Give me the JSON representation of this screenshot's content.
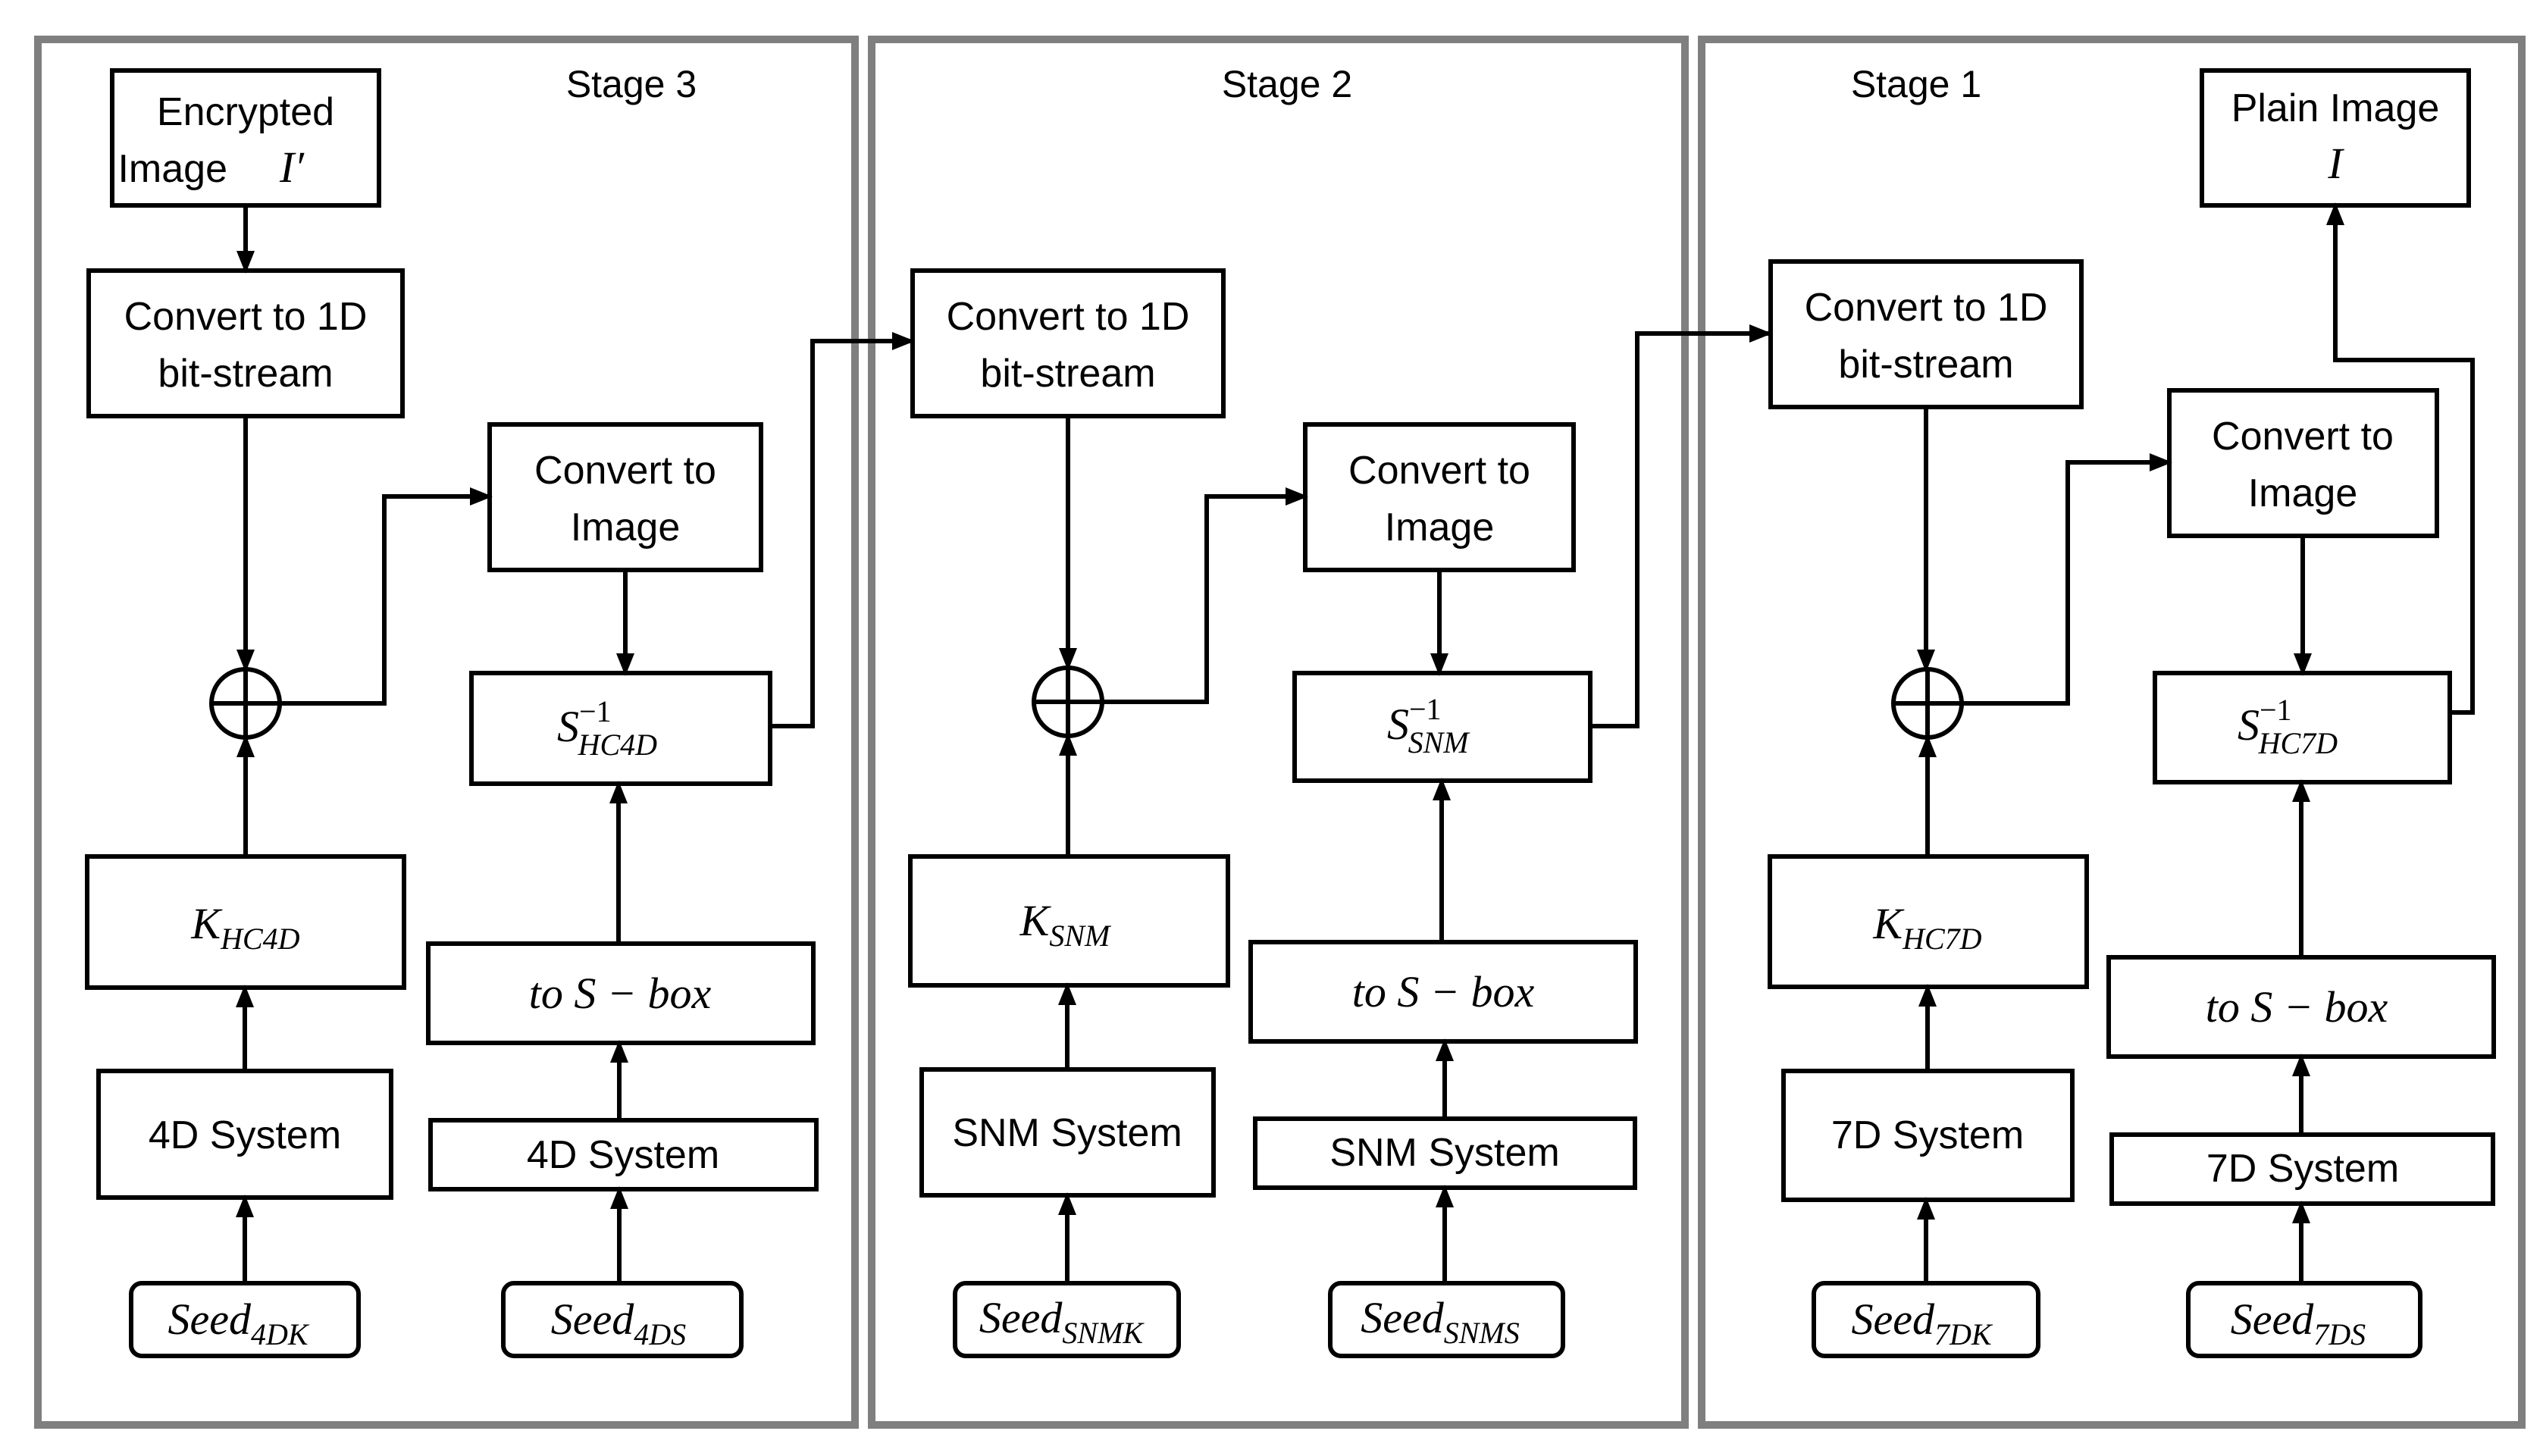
{
  "stages": [
    {
      "title": "Stage 3"
    },
    {
      "title": "Stage 2"
    },
    {
      "title": "Stage 1"
    }
  ],
  "blocks": {
    "encrypted_image_line1": "Encrypted",
    "encrypted_image_line2": "Image",
    "encrypted_image_symbol": "I′",
    "plain_image_line1": "Plain Image",
    "plain_image_symbol": "I",
    "convert_1d_line1": "Convert to 1D",
    "convert_1d_line2": "bit-stream",
    "convert_image_line1": "Convert to",
    "convert_image_line2": "Image",
    "sbox_block": "to S − box",
    "system_4d": "4D System",
    "system_snm": "SNM System",
    "system_7d": "7D System",
    "inverse_sbox_base": "S",
    "inverse_sbox_sup": "−1",
    "key_base": "K",
    "seed_base": "Seed"
  },
  "subscripts": {
    "hc4d": "HC4D",
    "snm": "SNM",
    "hc7d": "HC7D",
    "seed_4dk": "4DK",
    "seed_4ds": "4DS",
    "seed_snmk": "SNMK",
    "seed_snms": "SNMS",
    "seed_7dk": "7DK",
    "seed_7ds": "7DS"
  }
}
